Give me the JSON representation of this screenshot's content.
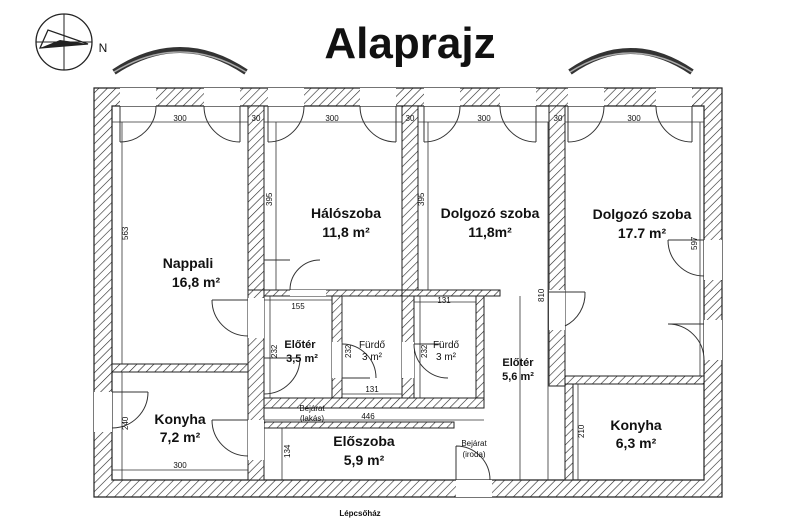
{
  "title": "Alaprajz",
  "compass_letter": "N",
  "stair_label": "Lépcsőház",
  "rooms": {
    "nappali": {
      "name": "Nappali",
      "area": "16,8 m²"
    },
    "haloszoba": {
      "name": "Hálószoba",
      "area": "11,8 m²"
    },
    "dolgozo1": {
      "name": "Dolgozó szoba",
      "area": "11,8m²"
    },
    "dolgozo2": {
      "name": "Dolgozó szoba",
      "area": "17.7 m²"
    },
    "eloter1": {
      "name": "Előtér",
      "area": "3,5 m²"
    },
    "furdo1": {
      "name": "Fürdő",
      "area": "3 m²"
    },
    "furdo2": {
      "name": "Fürdő",
      "area": "3 m²"
    },
    "eloter2": {
      "name": "Előtér",
      "area": "5,6 m²"
    },
    "konyha1": {
      "name": "Konyha",
      "area": "7,2 m²"
    },
    "eloszoba": {
      "name": "Előszoba",
      "area": "5,9 m²"
    },
    "konyha2": {
      "name": "Konyha",
      "area": "6,3 m²"
    }
  },
  "entrances": {
    "lakas_line1": "Bejárat",
    "lakas_line2": "(lakás)",
    "iroda_line1": "Bejárat",
    "iroda_line2": "(iroda)"
  },
  "dimensions": {
    "top_300_a": "300",
    "top_30_a": "30",
    "top_300_b": "300",
    "top_30_b": "30",
    "top_300_c": "300",
    "top_30_c": "30",
    "top_300_d": "300",
    "left_563": "563",
    "left_240": "240",
    "halo_395": "395",
    "dolg_395": "395",
    "eloter_155": "155",
    "eloter_232": "232",
    "furdo1_232": "232",
    "furdo1_131": "131",
    "furdo2_131": "131",
    "furdo2_232": "232",
    "eloter2_810": "810",
    "right_597": "597",
    "konyha1_300": "300",
    "eloszoba_446": "446",
    "eloszoba_134": "134",
    "konyha2_210": "210"
  }
}
